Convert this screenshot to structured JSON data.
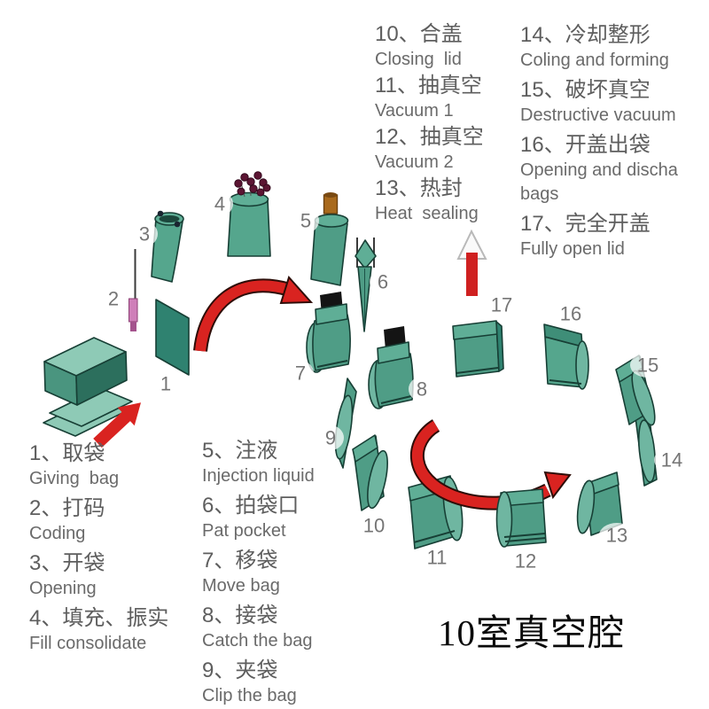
{
  "caption": "10室真空腔",
  "steps_top_middle": [
    {
      "cn": "10、合盖",
      "en": "Closing  lid"
    },
    {
      "cn": "11、抽真空",
      "en": "Vacuum 1"
    },
    {
      "cn": "12、抽真空",
      "en": "Vacuum 2"
    },
    {
      "cn": "13、热封",
      "en": "Heat  sealing"
    }
  ],
  "steps_top_right": [
    {
      "cn": "14、冷却整形",
      "en": "Coling and forming"
    },
    {
      "cn": "15、破坏真空",
      "en": "Destructive vacuum"
    },
    {
      "cn": "16、开盖出袋",
      "en": "Opening and discha\nbags"
    },
    {
      "cn": "17、完全开盖",
      "en": "Fully open lid"
    }
  ],
  "steps_bottom_left": [
    {
      "cn": "1、取袋",
      "en": "Giving  bag"
    },
    {
      "cn": "2、打码",
      "en": "Coding"
    },
    {
      "cn": "3、开袋",
      "en": "Opening"
    },
    {
      "cn": "4、填充、振实",
      "en": "Fill consolidate"
    }
  ],
  "steps_bottom_middle": [
    {
      "cn": "5、注液",
      "en": "Injection liquid"
    },
    {
      "cn": "6、拍袋口",
      "en": "Pat pocket"
    },
    {
      "cn": "7、移袋",
      "en": "Move bag"
    },
    {
      "cn": "8、接袋",
      "en": "Catch the bag"
    },
    {
      "cn": "9、夹袋",
      "en": "Clip the bag"
    }
  ],
  "stations": [
    "1",
    "2",
    "3",
    "4",
    "5",
    "6",
    "7",
    "8",
    "9",
    "10",
    "11",
    "12",
    "13",
    "14",
    "15",
    "16",
    "17"
  ],
  "colors": {
    "bag_light": "#8ecab6",
    "bag_mid": "#4f9d86",
    "bag_dark": "#2f8270",
    "bag_gusset": "#6fb6a1",
    "bag_top_band": "#5fae96",
    "arrow_red": "#d92320",
    "clip_black": "#141414",
    "coder_pink": "#cf7fb9",
    "coder_pink_dark": "#a4538d",
    "nozzle_orange": "#a96a1d",
    "berry_maroon": "#5c1533",
    "text_gray": "#5e5e5e",
    "station_number_gray": "#757575",
    "background": "#ffffff"
  }
}
